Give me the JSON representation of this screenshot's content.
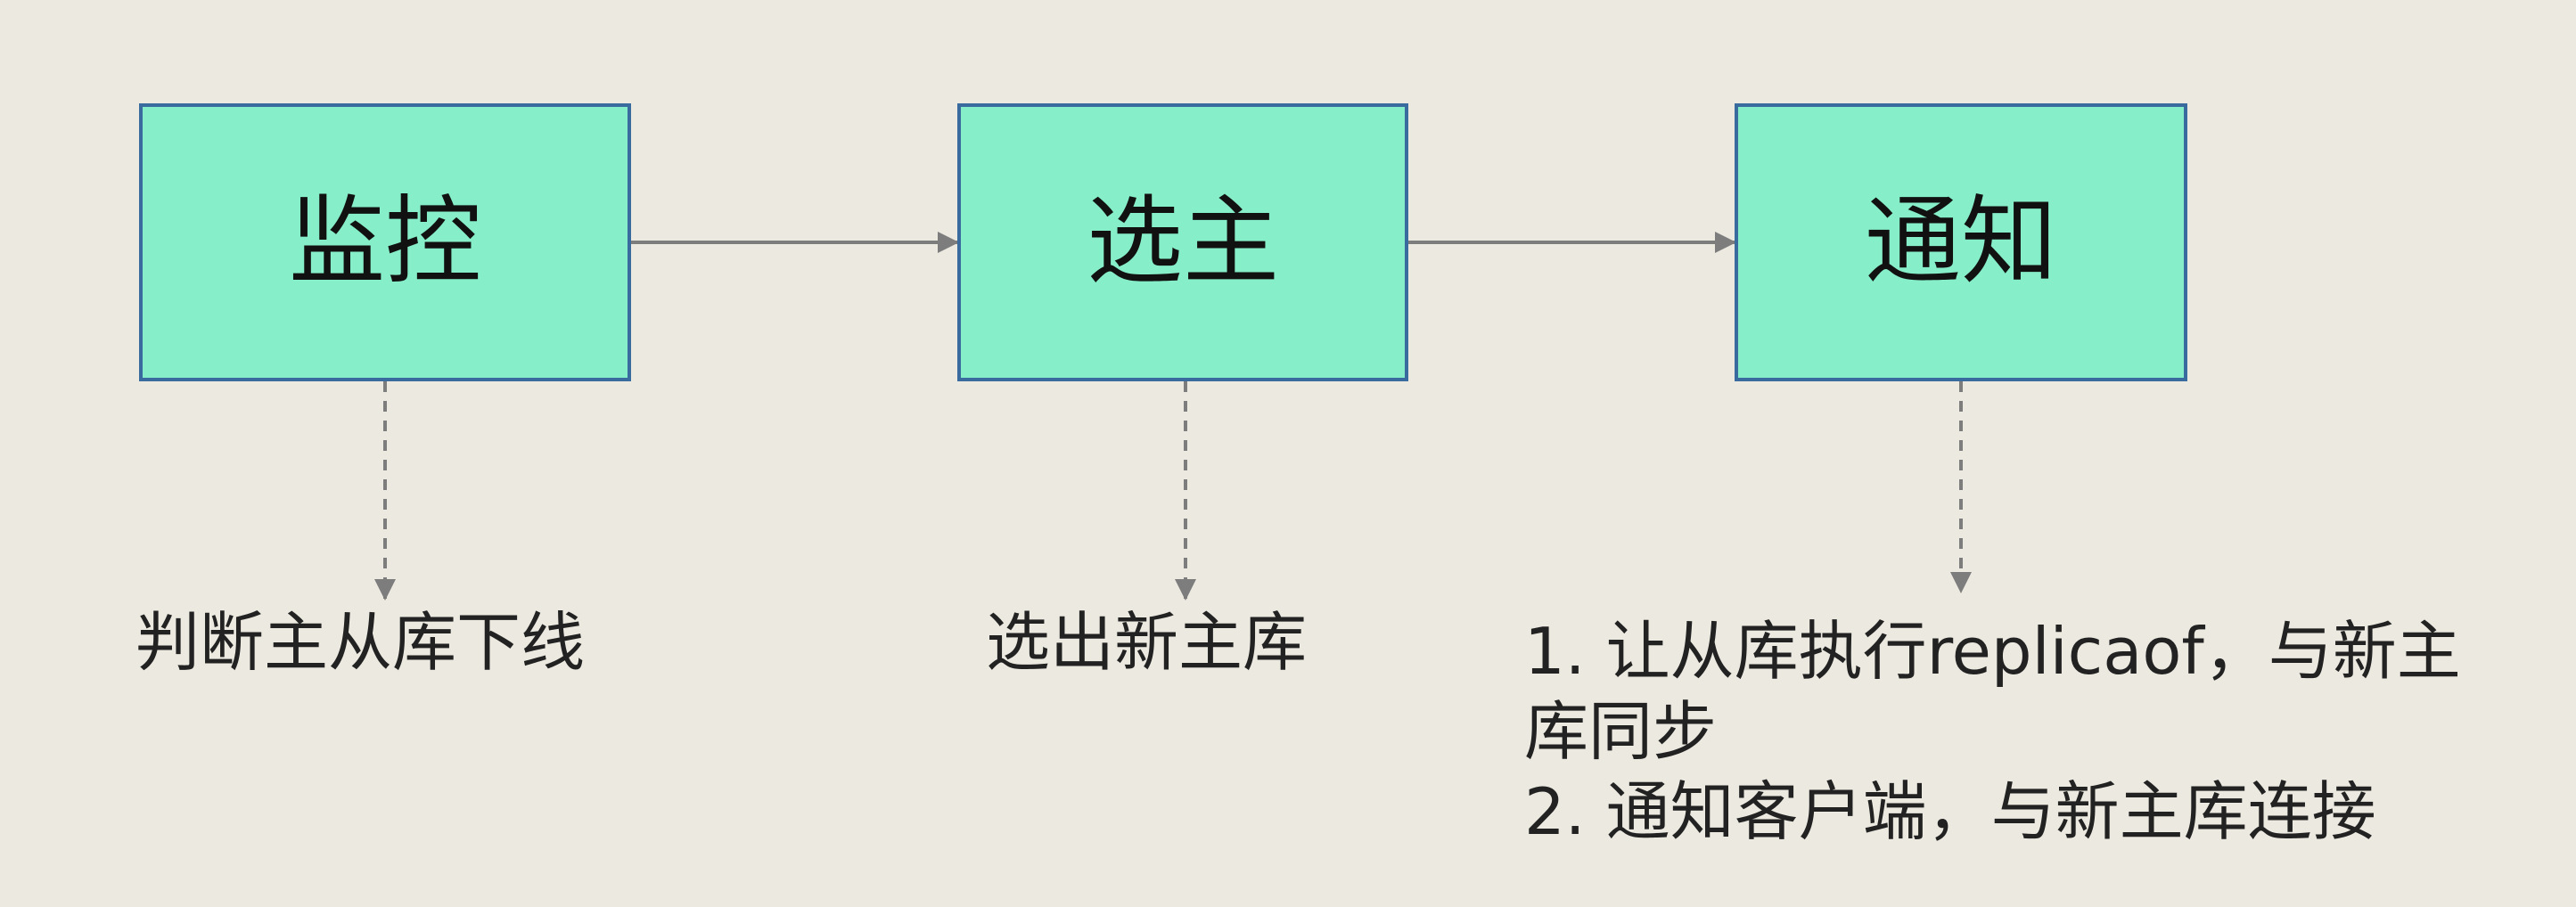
{
  "colors": {
    "background": "#ece9e0",
    "box_fill": "#86eec8",
    "box_border": "#3a6b9e",
    "arrow": "#7d7d7d"
  },
  "steps": [
    {
      "label": "监控",
      "caption_lines": [
        "判断主从库下线"
      ]
    },
    {
      "label": "选主",
      "caption_lines": [
        "选出新主库"
      ]
    },
    {
      "label": "通知",
      "caption_lines": [
        "1. 让从库执行replicaof，与新主",
        "库同步",
        "2. 通知客户端，与新主库连接"
      ]
    }
  ]
}
